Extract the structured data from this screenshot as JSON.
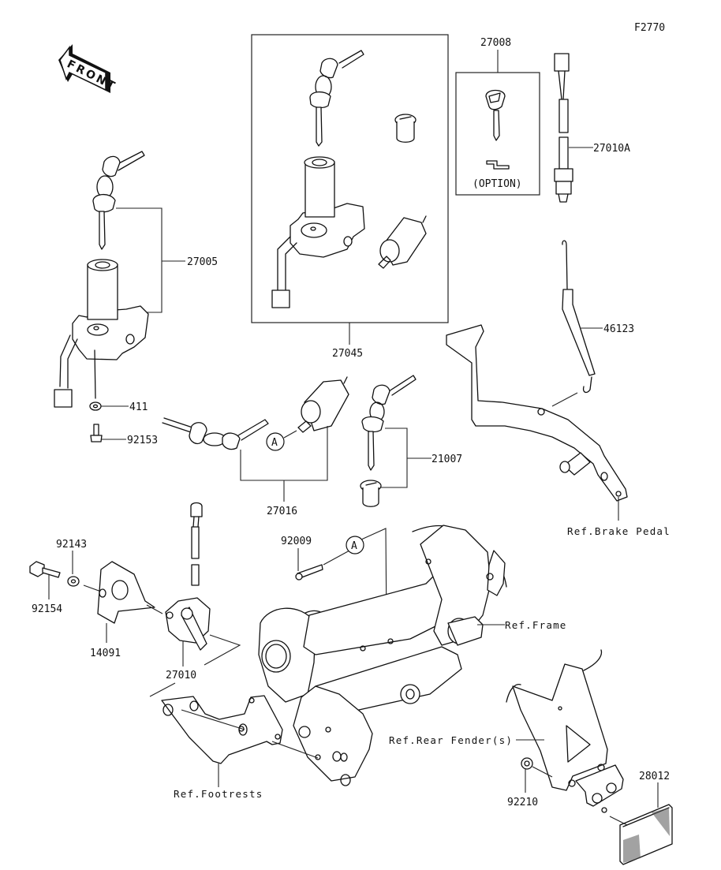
{
  "diagram": {
    "figure_id": "F2770",
    "orientation_badge": "FRONT",
    "boxes": [
      {
        "id": "ignition-kit-box",
        "part_number": "27045"
      },
      {
        "id": "blank-key-box",
        "part_number": "27008",
        "note": "(OPTION)"
      }
    ],
    "callouts": {
      "p27005": "27005",
      "p411": "411",
      "p92153": "92153",
      "p27045": "27045",
      "p27008": "27008",
      "option": "(OPTION)",
      "p27010A": "27010A",
      "p46123": "46123",
      "p27016": "27016",
      "p21007": "21007",
      "p92143": "92143",
      "p92154": "92154",
      "p14091": "14091",
      "p27010": "27010",
      "p92009": "92009",
      "ref_frame": "Ref.Frame",
      "ref_brake_pedal": "Ref.Brake Pedal",
      "ref_rear_fender": "Ref.Rear Fender(s)",
      "ref_footrests": "Ref.Footrests",
      "p92210": "92210",
      "p28012": "28012"
    },
    "reference_markers": [
      "A",
      "A"
    ]
  }
}
